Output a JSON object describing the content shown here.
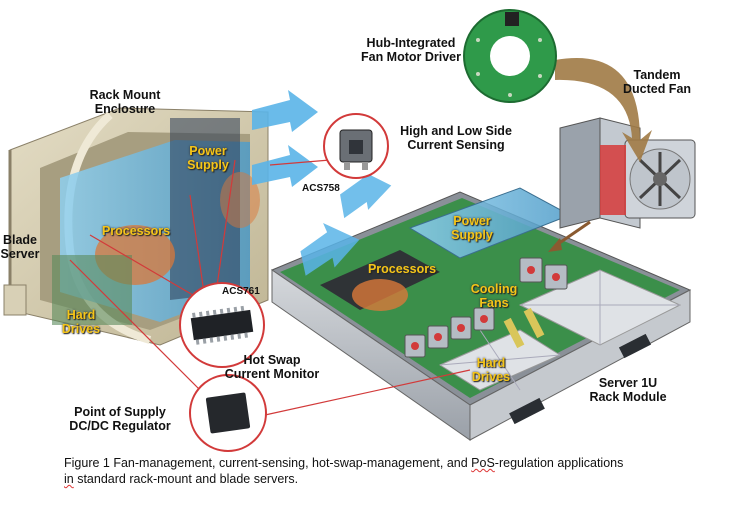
{
  "labels": {
    "hub_driver": [
      "Hub-Integrated",
      "Fan Motor Driver"
    ],
    "tandem_fan": [
      "Tandem",
      "Ducted Fan"
    ],
    "rack_enclosure": [
      "Rack Mount",
      "Enclosure"
    ],
    "current_sensing": [
      "High and Low Side",
      "Current Sensing"
    ],
    "acs758": "ACS758",
    "blade_server": [
      "Blade",
      "Server"
    ],
    "acs761": "ACS761",
    "hot_swap": [
      "Hot Swap",
      "Current Monitor"
    ],
    "pos_regulator": [
      "Point of Supply",
      "DC/DC Regulator"
    ],
    "server_1u": [
      "Server 1U",
      "Rack Module"
    ]
  },
  "components": {
    "blade_power_supply": [
      "Power",
      "Supply"
    ],
    "blade_processors": "Processors",
    "blade_hard_drives": [
      "Hard",
      "Drives"
    ],
    "rack_power_supply": [
      "Power",
      "Supply"
    ],
    "rack_processors": "Processors",
    "rack_cooling_fans": [
      "Cooling",
      "Fans"
    ],
    "rack_hard_drives": [
      "Hard",
      "Drives"
    ]
  },
  "caption": {
    "line1_a": "Figure 1 Fan-management, current-sensing, hot-swap-management, and ",
    "line1_pos": "PoS",
    "line1_b": "-regulation applications",
    "line2_in": "in",
    "line2_b": " standard rack-mount and blade servers."
  },
  "colors": {
    "arrow": "#5ab4e8",
    "callout": "#d23a3a",
    "board": "#2f9a4a",
    "enclosure": "#cfc6a8",
    "label_yellow": "#f5c518"
  }
}
